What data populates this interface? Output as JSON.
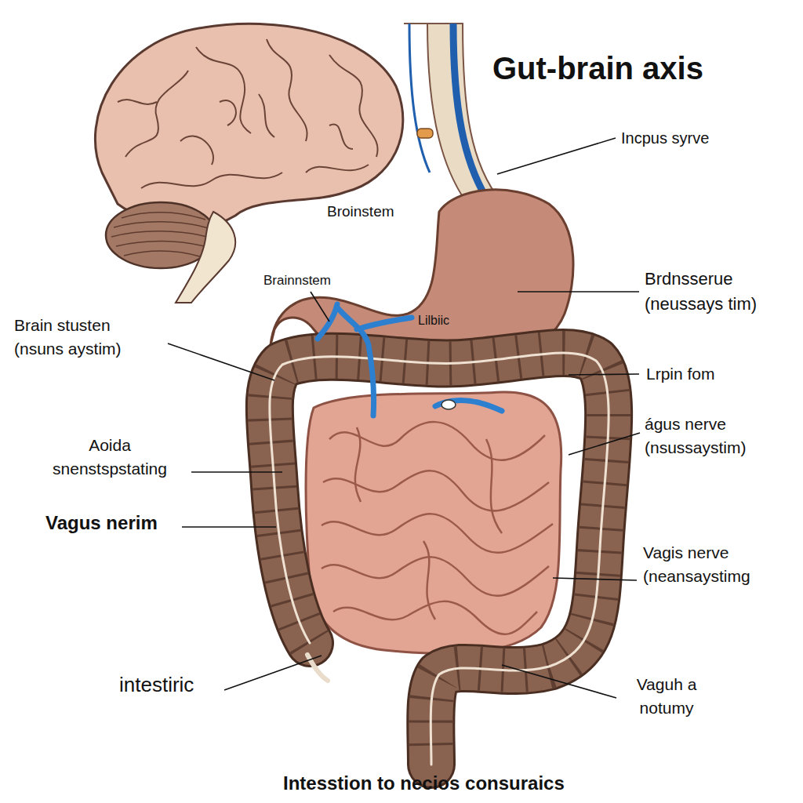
{
  "diagram": {
    "title": "Gut-brain axis",
    "caption": "Intesstion to necios consuraics",
    "labels": [
      "Incpus syrve",
      "Broinstem",
      "Brdnsserue (neussays tim)",
      "Brainnstem",
      "Lilbiic",
      "Brain stusten (nsuns aystim)",
      "Lrpin fom",
      "Aoida snenstspstating",
      "águs nerve (nsussaystim)",
      "Vagus nerim",
      "Vagis nerve (neansaystimg",
      "intestiric",
      "Vaguh a notumy"
    ]
  }
}
